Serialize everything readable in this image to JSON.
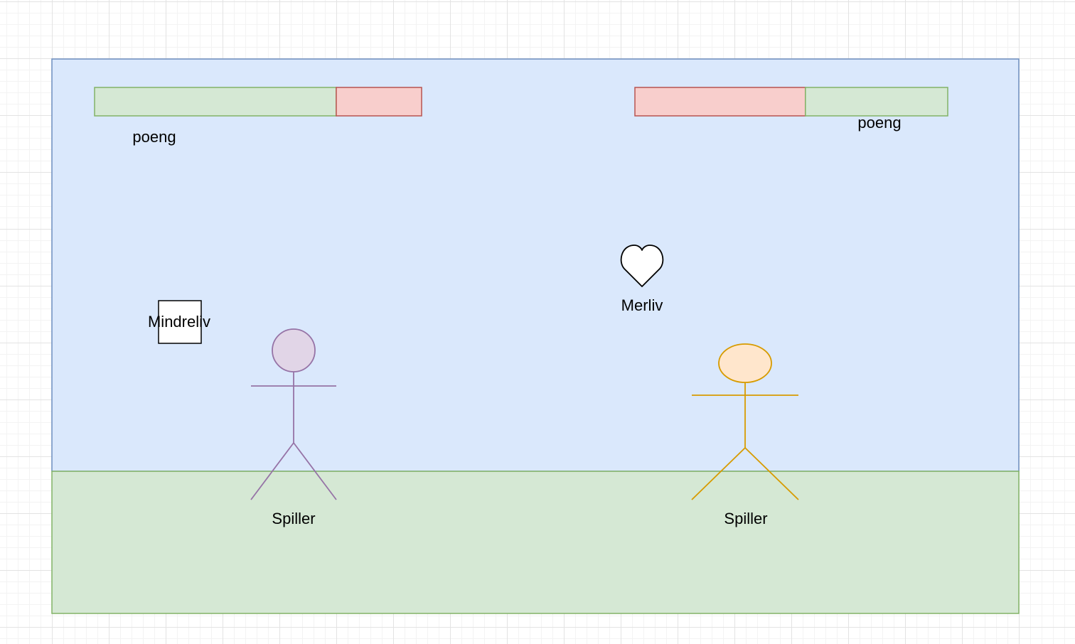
{
  "colors": {
    "sky_fill": "#dae8fc",
    "sky_stroke": "#6c8ebf",
    "ground_fill": "#d5e8d4",
    "ground_stroke": "#82b366",
    "health_fill": "#d5e8d4",
    "health_stroke": "#82b366",
    "damage_fill": "#f8cecc",
    "damage_stroke": "#b85450",
    "player1_fill": "#e1d5e7",
    "player1_stroke": "#9673a6",
    "player2_fill": "#ffe6cc",
    "player2_stroke": "#d79b00"
  },
  "left_hud": {
    "health_fraction": 0.739,
    "score_label": "poeng"
  },
  "right_hud": {
    "health_fraction": 0.455,
    "score_label": "poeng"
  },
  "pickups": {
    "less_life_label": "Mindreliv",
    "more_life_label": "Merliv",
    "more_life_icon": "heart-icon"
  },
  "players": [
    {
      "label": "Spiller",
      "icon": "stick-figure-icon"
    },
    {
      "label": "Spiller",
      "icon": "stick-figure-icon"
    }
  ]
}
